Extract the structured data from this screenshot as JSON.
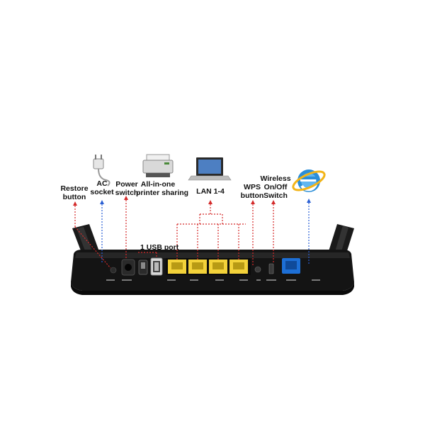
{
  "labels": {
    "restore": [
      "Restore",
      "button"
    ],
    "ac": [
      "AC",
      "socket"
    ],
    "power": [
      "Power",
      "switch"
    ],
    "printer": [
      "All-in-one",
      "printer sharing"
    ],
    "lan": [
      "LAN 1-4"
    ],
    "wps": [
      "WPS",
      "button"
    ],
    "wireless": [
      "Wireless",
      "On/Off",
      "Switch"
    ],
    "usb": "1 USB port"
  },
  "colors": {
    "red_line": "#d42a2a",
    "blue_line": "#2a5fd4",
    "lan_port": "#f3d23a",
    "wan_port": "#1d6fd6",
    "chassis": "#151515"
  },
  "icons": [
    "power-plug-icon",
    "printer-icon",
    "laptop-icon",
    "internet-explorer-icon"
  ]
}
